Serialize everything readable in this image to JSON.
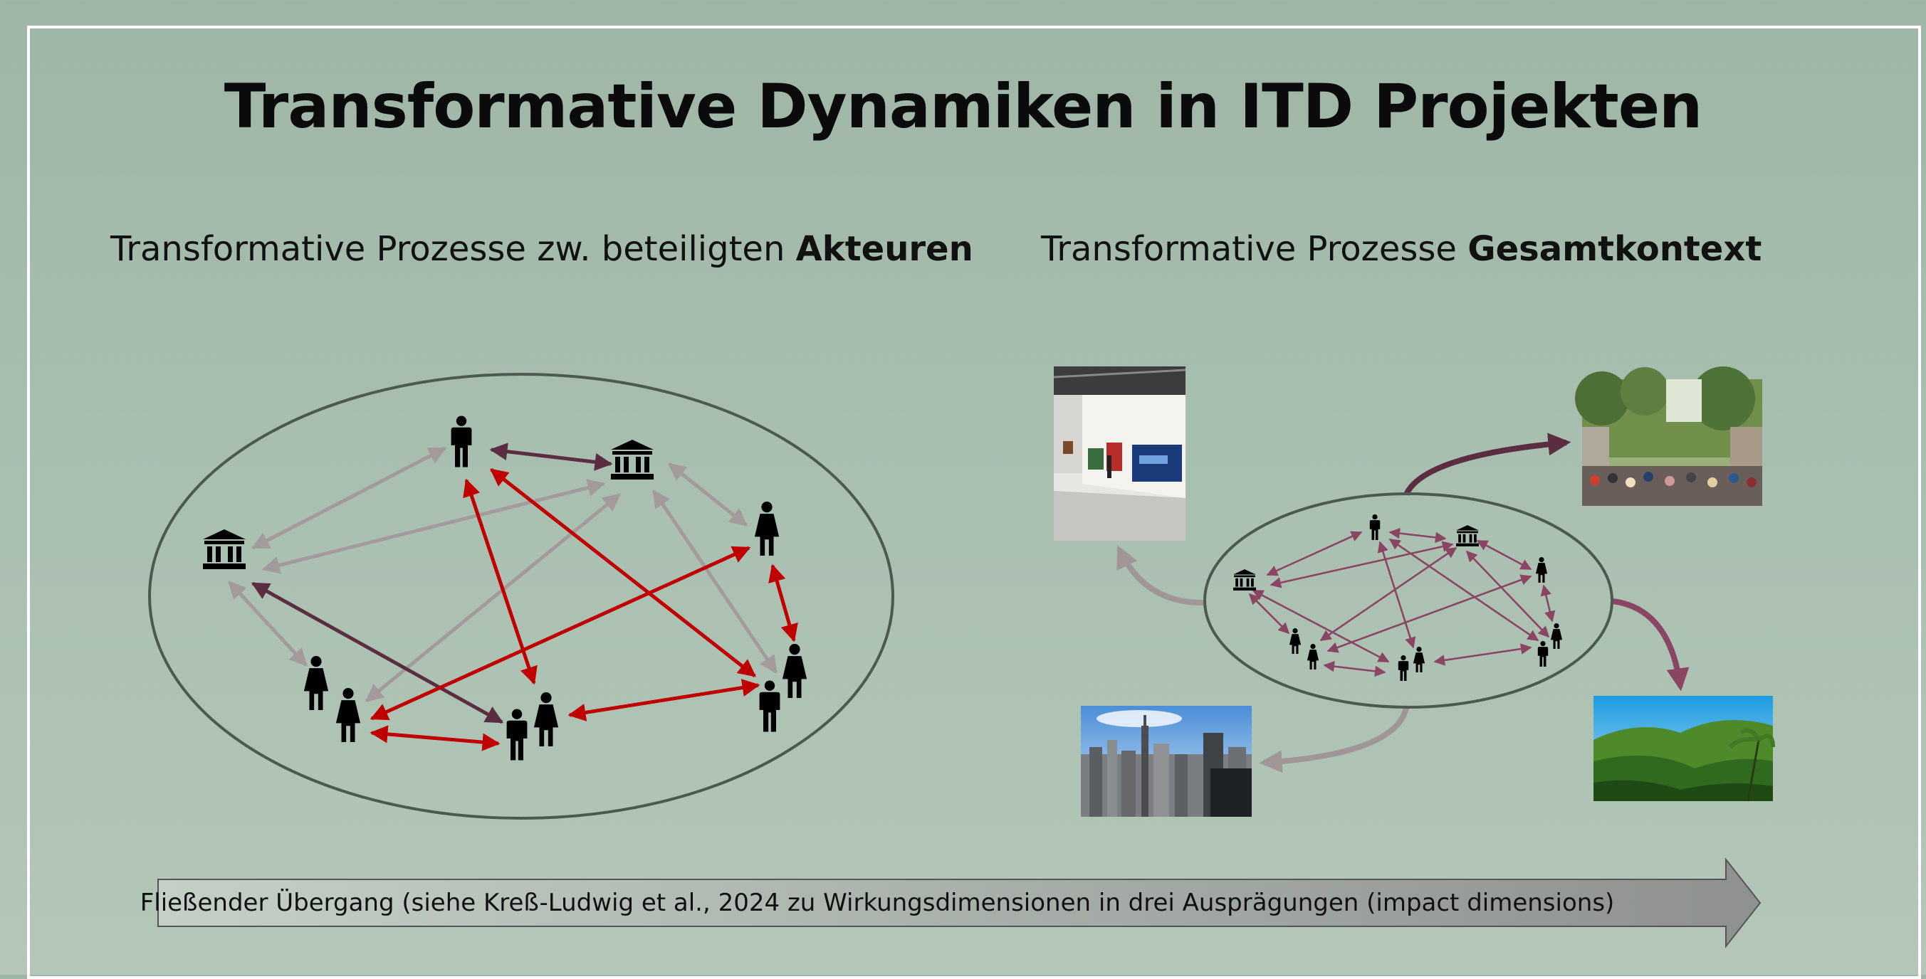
{
  "title": "Transformative Dynamiken in ITD Projekten",
  "left_heading": {
    "text": "Transformative Prozesse zw. beteiligten ",
    "bold": "Akteuren"
  },
  "right_heading": {
    "text": "Transformative Prozesse ",
    "bold": "Gesamtkontext"
  },
  "bottom_arrow": {
    "label": "Fließender Übergang (siehe Kreß-Ludwig et al., 2024 zu Wirkungsdimensionen in drei Ausprägungen (impact dimensions)"
  },
  "colors": {
    "ellipse_stroke": "#4a5a4f",
    "arrow_grey": "#a39b9b",
    "arrow_red": "#c00000",
    "arrow_dark": "#5a2e40",
    "arrow_mauve": "#8a4563",
    "context_arrow_grey": "#a09696"
  },
  "icons": {
    "person": "person-icon",
    "institution": "institution-icon",
    "gallery_photo": "art-gallery-photo",
    "street_photo": "crowded-street-photo",
    "city_photo": "city-skyline-photo",
    "jungle_photo": "jungle-landscape-photo"
  }
}
